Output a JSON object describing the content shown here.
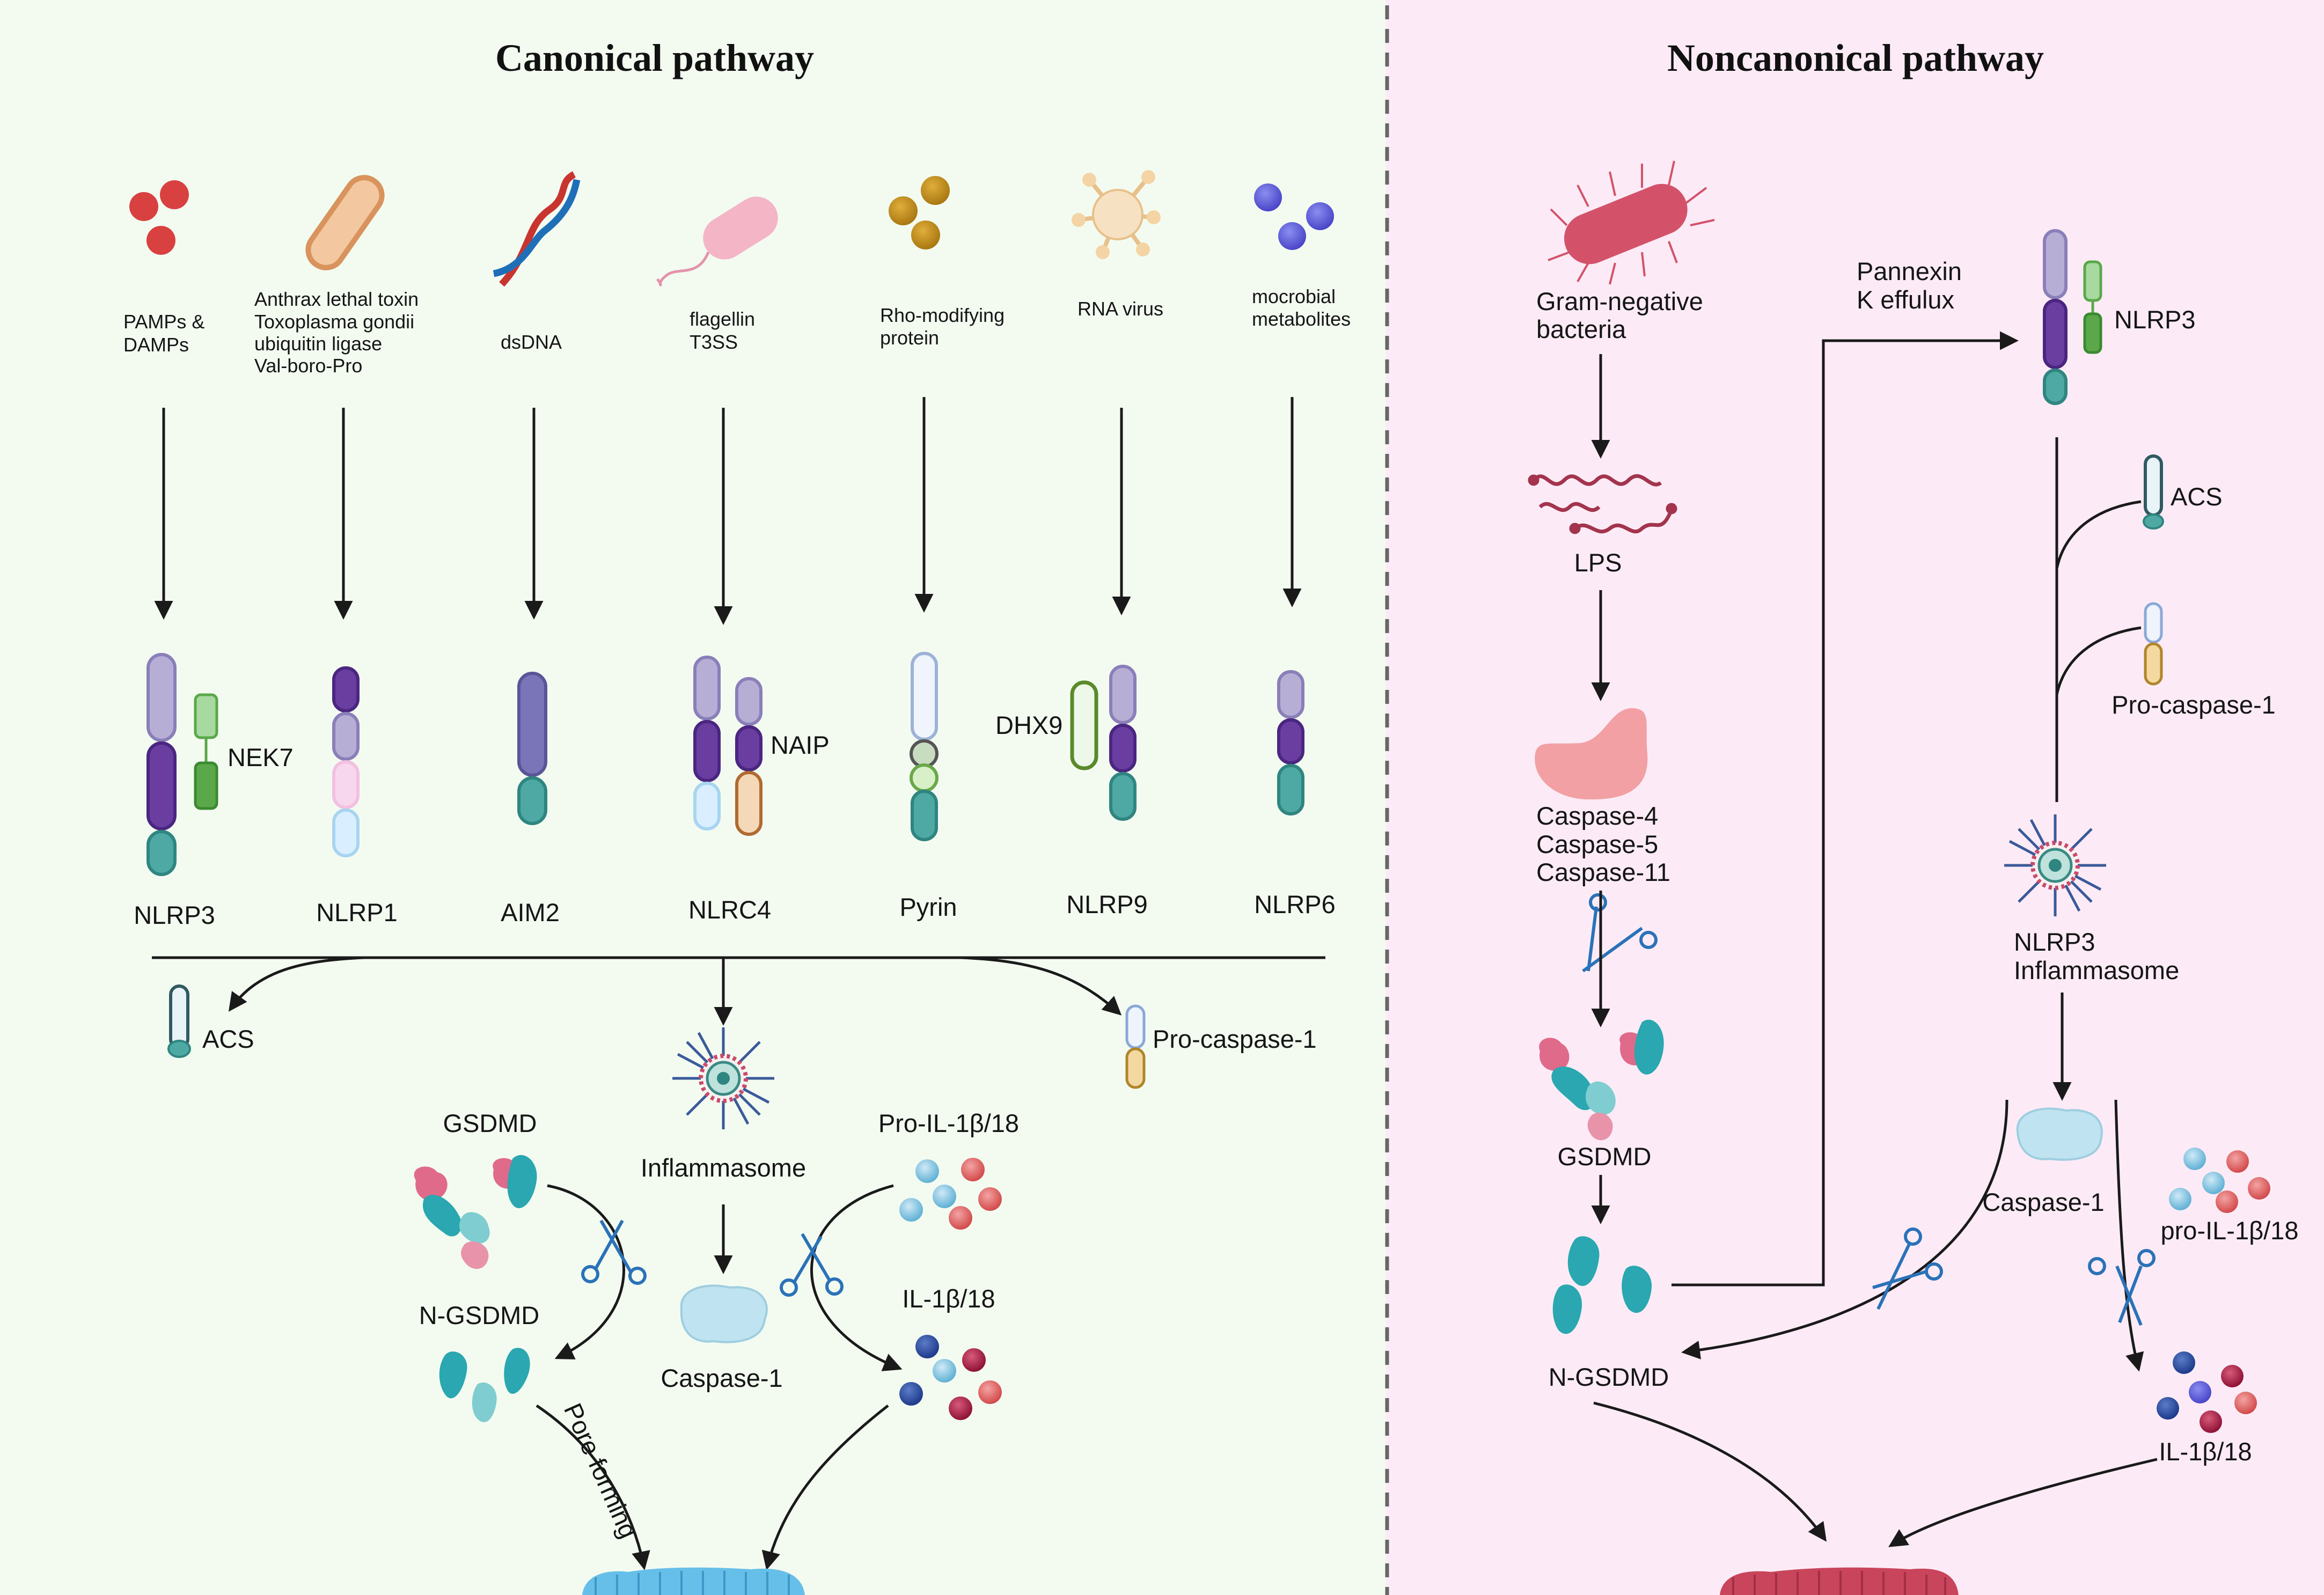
{
  "canonical": {
    "title": "Canonical pathway",
    "stimuli": [
      {
        "lines": [
          "PAMPs &",
          "DAMPs"
        ]
      },
      {
        "lines": [
          "Anthrax lethal toxin",
          "Toxoplasma gondii",
          "ubiquitin ligase",
          "Val-boro-Pro"
        ]
      },
      {
        "lines": [
          "dsDNA"
        ]
      },
      {
        "lines": [
          "flagellin",
          "T3SS"
        ]
      },
      {
        "lines": [
          "Rho-modifying",
          "protein"
        ]
      },
      {
        "lines": [
          "RNA virus"
        ]
      },
      {
        "lines": [
          "mocrobial",
          "metabolites"
        ]
      }
    ],
    "sensors": [
      "NLRP3",
      "NLRP1",
      "AIM2",
      "NLRC4",
      "Pyrin",
      "NLRP9",
      "NLRP6"
    ],
    "partners": {
      "nek7": "NEK7",
      "naip": "NAIP",
      "dhx9": "DHX9"
    },
    "acs": "ACS",
    "pro_caspase": "Pro-caspase-1",
    "inflammasome": "Inflammasome",
    "caspase1": "Caspase-1",
    "gsdmd": "GSDMD",
    "n_gsdmd": "N-GSDMD",
    "pro_il": "Pro-IL-1β/18",
    "il": "IL-1β/18",
    "pore": "Pore forming"
  },
  "noncanonical": {
    "title": "Noncanonical pathway",
    "bacteria": [
      "Gram-negative",
      "bacteria"
    ],
    "lps": "LPS",
    "caspases": [
      "Caspase-4",
      "Caspase-5",
      "Caspase-11"
    ],
    "gsdmd": "GSDMD",
    "n_gsdmd": "N-GSDMD",
    "pannexin": [
      "Pannexin",
      "K effulux"
    ],
    "nlrp3": "NLRP3",
    "acs": "ACS",
    "pro_caspase": "Pro-caspase-1",
    "inflammasome": [
      "NLRP3",
      "Inflammasome"
    ],
    "caspase1": "Caspase-1",
    "pro_il": "pro-IL-1β/18",
    "il": "IL-1β/18"
  },
  "colors": {
    "canonical_bg": "#f3fbf1",
    "noncanonical_bg": "#fcebf6",
    "divider": "#666666",
    "nacht_light": "#b7aed6",
    "nacht_dark": "#6a3ea1",
    "pyd_teal": "#4ea8a3",
    "nek7_green": "#5aa84a",
    "gsdmd_teal": "#2aa7b0",
    "gsdmd_pink": "#e06a8a",
    "bacteria_red": "#d3526a",
    "lps_red": "#a3344d",
    "membrane_blue": "#66bfe8",
    "membrane_red": "#c8455c"
  }
}
